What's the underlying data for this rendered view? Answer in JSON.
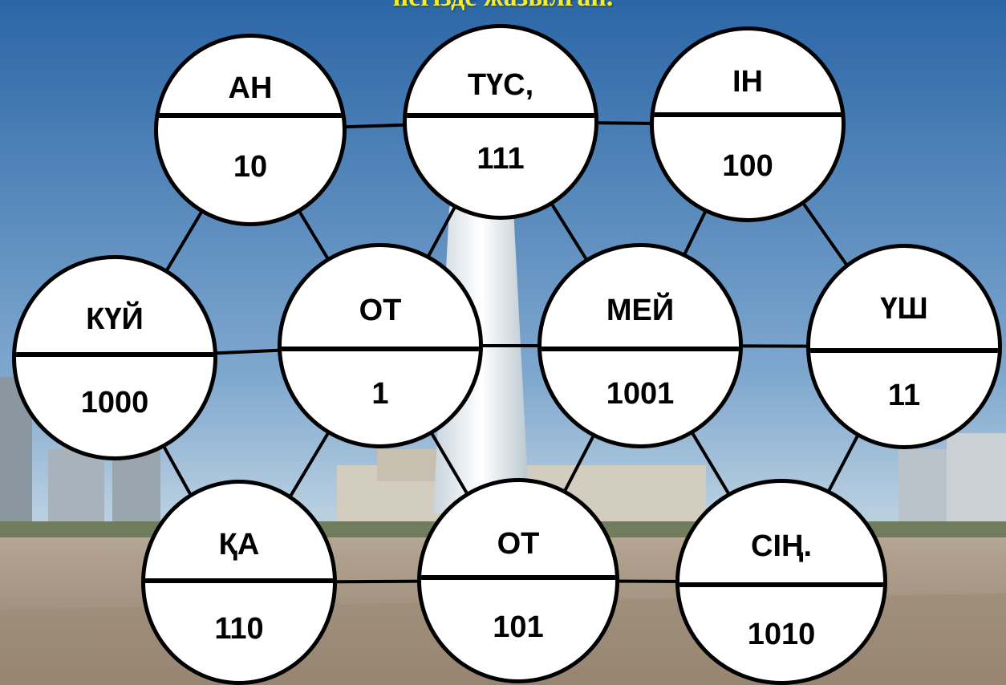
{
  "title": "негізде жазылған.",
  "colors": {
    "title": "#f2ee2e",
    "sky_top": "#2b6aa8",
    "sky_bottom": "#a9c6de",
    "ground": "#a69684",
    "node_fill": "#ffffff",
    "node_stroke": "#000000"
  },
  "nodes": [
    {
      "id": "an",
      "word": "АН",
      "code": "10"
    },
    {
      "id": "tus",
      "word": "ТҮС,",
      "code": "111"
    },
    {
      "id": "in",
      "word": "ІН",
      "code": "100"
    },
    {
      "id": "kui",
      "word": "КҮЙ",
      "code": "1000"
    },
    {
      "id": "ot1",
      "word": "ОТ",
      "code": "1"
    },
    {
      "id": "mei",
      "word": "МЕЙ",
      "code": "1001"
    },
    {
      "id": "ush",
      "word": "ҮШ",
      "code": "11"
    },
    {
      "id": "qa",
      "word": "ҚА",
      "code": "110"
    },
    {
      "id": "ot2",
      "word": "ОТ",
      "code": "101"
    },
    {
      "id": "sin",
      "word": "СІҢ.",
      "code": "1010"
    }
  ],
  "edges": [
    [
      "an",
      "tus"
    ],
    [
      "tus",
      "in"
    ],
    [
      "an",
      "kui"
    ],
    [
      "an",
      "ot1"
    ],
    [
      "tus",
      "ot1"
    ],
    [
      "tus",
      "mei"
    ],
    [
      "in",
      "mei"
    ],
    [
      "in",
      "ush"
    ],
    [
      "kui",
      "ot1"
    ],
    [
      "ot1",
      "mei"
    ],
    [
      "mei",
      "ush"
    ],
    [
      "kui",
      "qa"
    ],
    [
      "ot1",
      "qa"
    ],
    [
      "ot1",
      "ot2"
    ],
    [
      "mei",
      "ot2"
    ],
    [
      "mei",
      "sin"
    ],
    [
      "ush",
      "sin"
    ],
    [
      "qa",
      "ot2"
    ],
    [
      "ot2",
      "sin"
    ]
  ]
}
